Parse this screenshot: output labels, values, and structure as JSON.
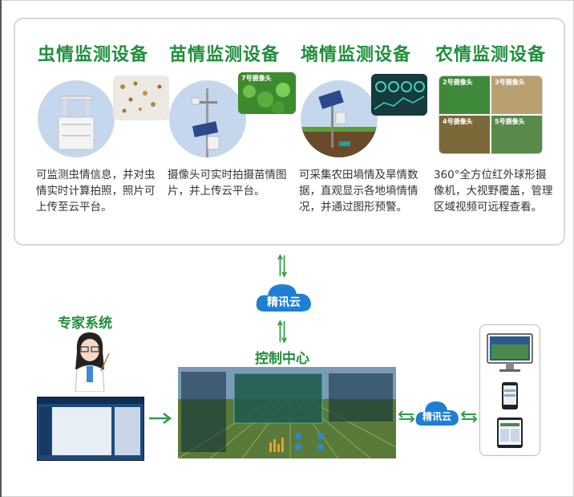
{
  "devices": [
    {
      "title": "虫情监测设备",
      "desc": "可监测虫情信息，并对虫情实时计算拍照，照片可上传至云平台。"
    },
    {
      "title": "苗情监测设备",
      "desc": "摄像头可实时拍摄苗情图片，并上传云平台。",
      "inset_label": "7号摄像头"
    },
    {
      "title": "墒情监测设备",
      "desc": "可采集农田墒情及旱情数据，直观显示各地墒情情况，并通过图形预警。"
    },
    {
      "title": "农情监测设备",
      "desc": "360°全方位红外球形摄像机，大视野覆盖，管理区域视频可远程查看。",
      "cams": [
        "2号摄像头",
        "3号摄像头",
        "4号摄像头",
        "5号摄像头"
      ]
    }
  ],
  "cloud_top": "精讯云",
  "cloud_right": "精讯云",
  "expert_system": "专家系统",
  "control_center": "控制中心",
  "colors": {
    "green": "#1e8f3a",
    "cloud": "#1f7fd4",
    "circle": "#c5d7ec",
    "arrow": "#2e9e44"
  }
}
